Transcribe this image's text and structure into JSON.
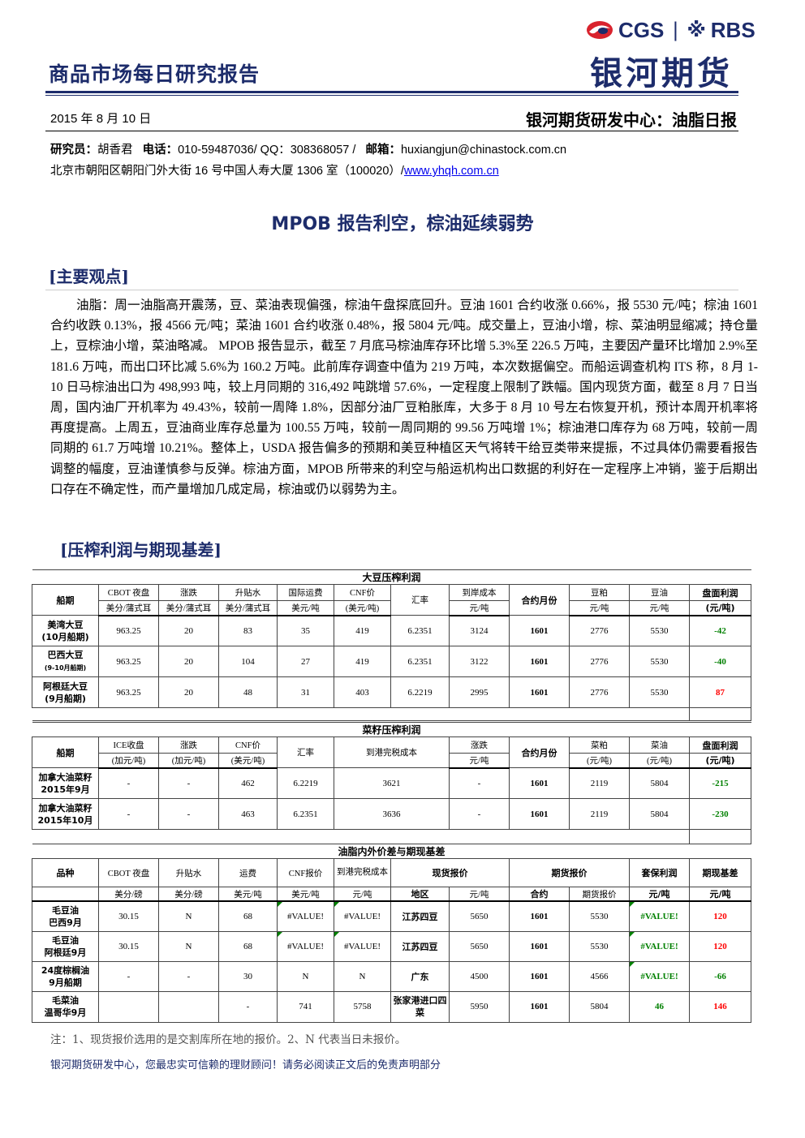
{
  "header": {
    "report_type": "商品市场每日研究报告",
    "logo_cgs": "CGS",
    "logo_sep": "|",
    "logo_rbs_mark": "※",
    "logo_rbs": "RBS",
    "logo_cn": "银河期货",
    "date": "2015 年 8 月 10 日",
    "center_title": "银河期货研发中心：油脂日报",
    "researcher_label": "研究员：",
    "researcher_name": "胡香君",
    "phone_label": "电话：",
    "phone": "010-59487036/ QQ：308368057 /",
    "email_label": "邮箱：",
    "email": "huxiangjun@chinastock.com.cn",
    "address": "北京市朝阳区朝阳门外大街 16 号中国人寿大厦 1306 室（100020）/",
    "website": "www.yhqh.com.cn"
  },
  "headline": "MPOB 报告利空，棕油延续弱势",
  "section1": {
    "title": "[主要观点]",
    "paragraph": "油脂：周一油脂高开震荡，豆、菜油表现偏强，棕油午盘探底回升。豆油 1601 合约收涨 0.66%，报 5530 元/吨；棕油 1601 合约收跌 0.13%，报 4566 元/吨；菜油 1601 合约收涨 0.48%，报 5804 元/吨。成交量上，豆油小增，棕、菜油明显缩减；持仓量上，豆棕油小增，菜油略减。 MPOB 报告显示，截至 7 月底马棕油库存环比增 5.3%至 226.5 万吨，主要因产量环比增加 2.9%至 181.6 万吨，而出口环比减 5.6%为 160.2 万吨。此前库存调查中值为 219 万吨，本次数据偏空。而船运调查机构 ITS 称，8 月 1-10 日马棕油出口为 498,993 吨，较上月同期的 316,492 吨跳增 57.6%，一定程度上限制了跌幅。国内现货方面，截至 8 月 7 日当周，国内油厂开机率为 49.43%，较前一周降 1.8%，因部分油厂豆粕胀库，大多于 8 月 10 号左右恢复开机，预计本周开机率将再度提高。上周五，豆油商业库存总量为 100.55 万吨，较前一周同期的 99.56 万吨增 1%；棕油港口库存为 68 万吨，较前一周同期的 61.7 万吨增 10.21%。整体上，USDA 报告偏多的预期和美豆种植区天气将转干给豆类带来提振，不过具体仍需要看报告调整的幅度，豆油谨慎参与反弹。棕油方面，MPOB 所带来的利空与船运机构出口数据的利好在一定程序上冲销，鉴于后期出口存在不确定性，而产量增加几成定局，棕油或仍以弱势为主。"
  },
  "section2": {
    "title": "[压榨利润与期现基差]"
  },
  "soy_table": {
    "caption": "大豆压榨利润",
    "h_ship": "船期",
    "h_cbot": "CBOT 夜盘",
    "u_cbot": "美分/蒲式耳",
    "h_chg": "涨跌",
    "u_chg": "美分/蒲式耳",
    "h_prem": "升贴水",
    "u_prem": "美分/蒲式耳",
    "h_freight": "国际运费",
    "u_freight": "美元/吨",
    "h_cnf": "CNF价",
    "u_cnf": "(美元/吨)",
    "h_fx": "汇率",
    "h_cost": "到岸成本",
    "u_cost": "元/吨",
    "h_contract": "合约月份",
    "h_meal": "豆粕",
    "u_meal": "元/吨",
    "h_oil": "豆油",
    "u_oil": "元/吨",
    "h_profit": "盘面利润",
    "u_profit": "(元/吨)",
    "rows": [
      {
        "name1": "美湾大豆",
        "name2": "(10月船期)",
        "cbot": "963.25",
        "chg": "20",
        "prem": "83",
        "freight": "35",
        "cnf": "419",
        "fx": "6.2351",
        "cost": "3124",
        "contract": "1601",
        "meal": "2776",
        "oil": "5530",
        "profit": "-42"
      },
      {
        "name1": "巴西大豆",
        "name2": "(9-10月船期)",
        "cbot": "963.25",
        "chg": "20",
        "prem": "104",
        "freight": "27",
        "cnf": "419",
        "fx": "6.2351",
        "cost": "3122",
        "contract": "1601",
        "meal": "2776",
        "oil": "5530",
        "profit": "-40"
      },
      {
        "name1": "阿根廷大豆",
        "name2": "(9月船期)",
        "cbot": "963.25",
        "chg": "20",
        "prem": "48",
        "freight": "31",
        "cnf": "403",
        "fx": "6.2219",
        "cost": "2995",
        "contract": "1601",
        "meal": "2776",
        "oil": "5530",
        "profit": "87"
      }
    ]
  },
  "rape_table": {
    "caption": "菜籽压榨利润",
    "h_ship": "船期",
    "h_ice": "ICE收盘",
    "u_ice": "(加元/吨)",
    "h_chg": "涨跌",
    "u_chg": "(加元/吨)",
    "h_cnf": "CNF价",
    "u_cnf": "(美元/吨)",
    "h_fx": "汇率",
    "h_cost": "到港完税成本",
    "h_chg2": "涨跌",
    "u_chg2": "元/吨",
    "h_contract": "合约月份",
    "h_meal": "菜粕",
    "u_meal": "(元/吨)",
    "h_oil": "菜油",
    "u_oil": "(元/吨)",
    "h_profit": "盘面利润",
    "u_profit": "(元/吨)",
    "rows": [
      {
        "name1": "加拿大油菜籽",
        "name2": "2015年9月",
        "ice": "-",
        "chg": "-",
        "cnf": "462",
        "fx": "6.2219",
        "cost": "3621",
        "chg2": "-",
        "contract": "1601",
        "meal": "2119",
        "oil": "5804",
        "profit": "-215"
      },
      {
        "name1": "加拿大油菜籽",
        "name2": "2015年10月",
        "ice": "-",
        "chg": "-",
        "cnf": "463",
        "fx": "6.2351",
        "cost": "3636",
        "chg2": "-",
        "contract": "1601",
        "meal": "2119",
        "oil": "5804",
        "profit": "-230"
      }
    ]
  },
  "oil_table": {
    "caption": "油脂内外价差与期现基差",
    "h_variety": "品种",
    "h_cbot": "CBOT 夜盘",
    "u_cbot": "美分/磅",
    "h_prem": "升贴水",
    "u_prem": "美分/磅",
    "h_freight": "运费",
    "u_freight": "美元/吨",
    "h_cnf": "CNF报价",
    "u_cnf": "美元/吨",
    "h_cost": "到港完税成本",
    "u_cost": "元/吨",
    "h_spot": "现货报价",
    "u_region": "地区",
    "u_spot": "元/吨",
    "h_fut": "期货报价",
    "u_contract": "合约",
    "u_futp": "期货报价",
    "h_hedge": "套保利润",
    "u_hedge": "元/吨",
    "h_basis": "期现基差",
    "u_basis": "元/吨",
    "rows": [
      {
        "name1": "毛豆油",
        "name2": "巴西9月",
        "cbot": "30.15",
        "prem": "N",
        "freight": "68",
        "cnf": "#VALUE!",
        "cost": "#VALUE!",
        "region": "江苏四豆",
        "spot": "5650",
        "contract": "1601",
        "futp": "5530",
        "hedge": "#VALUE!",
        "basis": "120"
      },
      {
        "name1": "毛豆油",
        "name2": "阿根廷9月",
        "cbot": "30.15",
        "prem": "N",
        "freight": "68",
        "cnf": "#VALUE!",
        "cost": "#VALUE!",
        "region": "江苏四豆",
        "spot": "5650",
        "contract": "1601",
        "futp": "5530",
        "hedge": "#VALUE!",
        "basis": "120"
      },
      {
        "name1": "24度棕榈油",
        "name2": "9月船期",
        "cbot": "-",
        "prem": "-",
        "freight": "30",
        "cnf": "N",
        "cost": "N",
        "region": "广东",
        "spot": "4500",
        "contract": "1601",
        "futp": "4566",
        "hedge": "#VALUE!",
        "basis": "-66"
      },
      {
        "name1": "毛菜油",
        "name2": "温哥华9月",
        "cbot": "",
        "prem": "",
        "freight": "-",
        "cnf": "741",
        "cost": "5758",
        "region": "张家港进口四菜",
        "spot": "5950",
        "contract": "1601",
        "futp": "5804",
        "hedge": "46",
        "basis": "146"
      }
    ]
  },
  "note": "注：1、现货报价选用的是交割库所在地的报价。2、N 代表当日未报价。",
  "footer": "银河期货研发中心，您最忠实可信赖的理财顾问！请务必阅读正文后的免责声明部分",
  "colors": {
    "brand": "#1d2c6b",
    "positive": "#ff0000",
    "negative": "#008000",
    "link": "#0000ee"
  }
}
